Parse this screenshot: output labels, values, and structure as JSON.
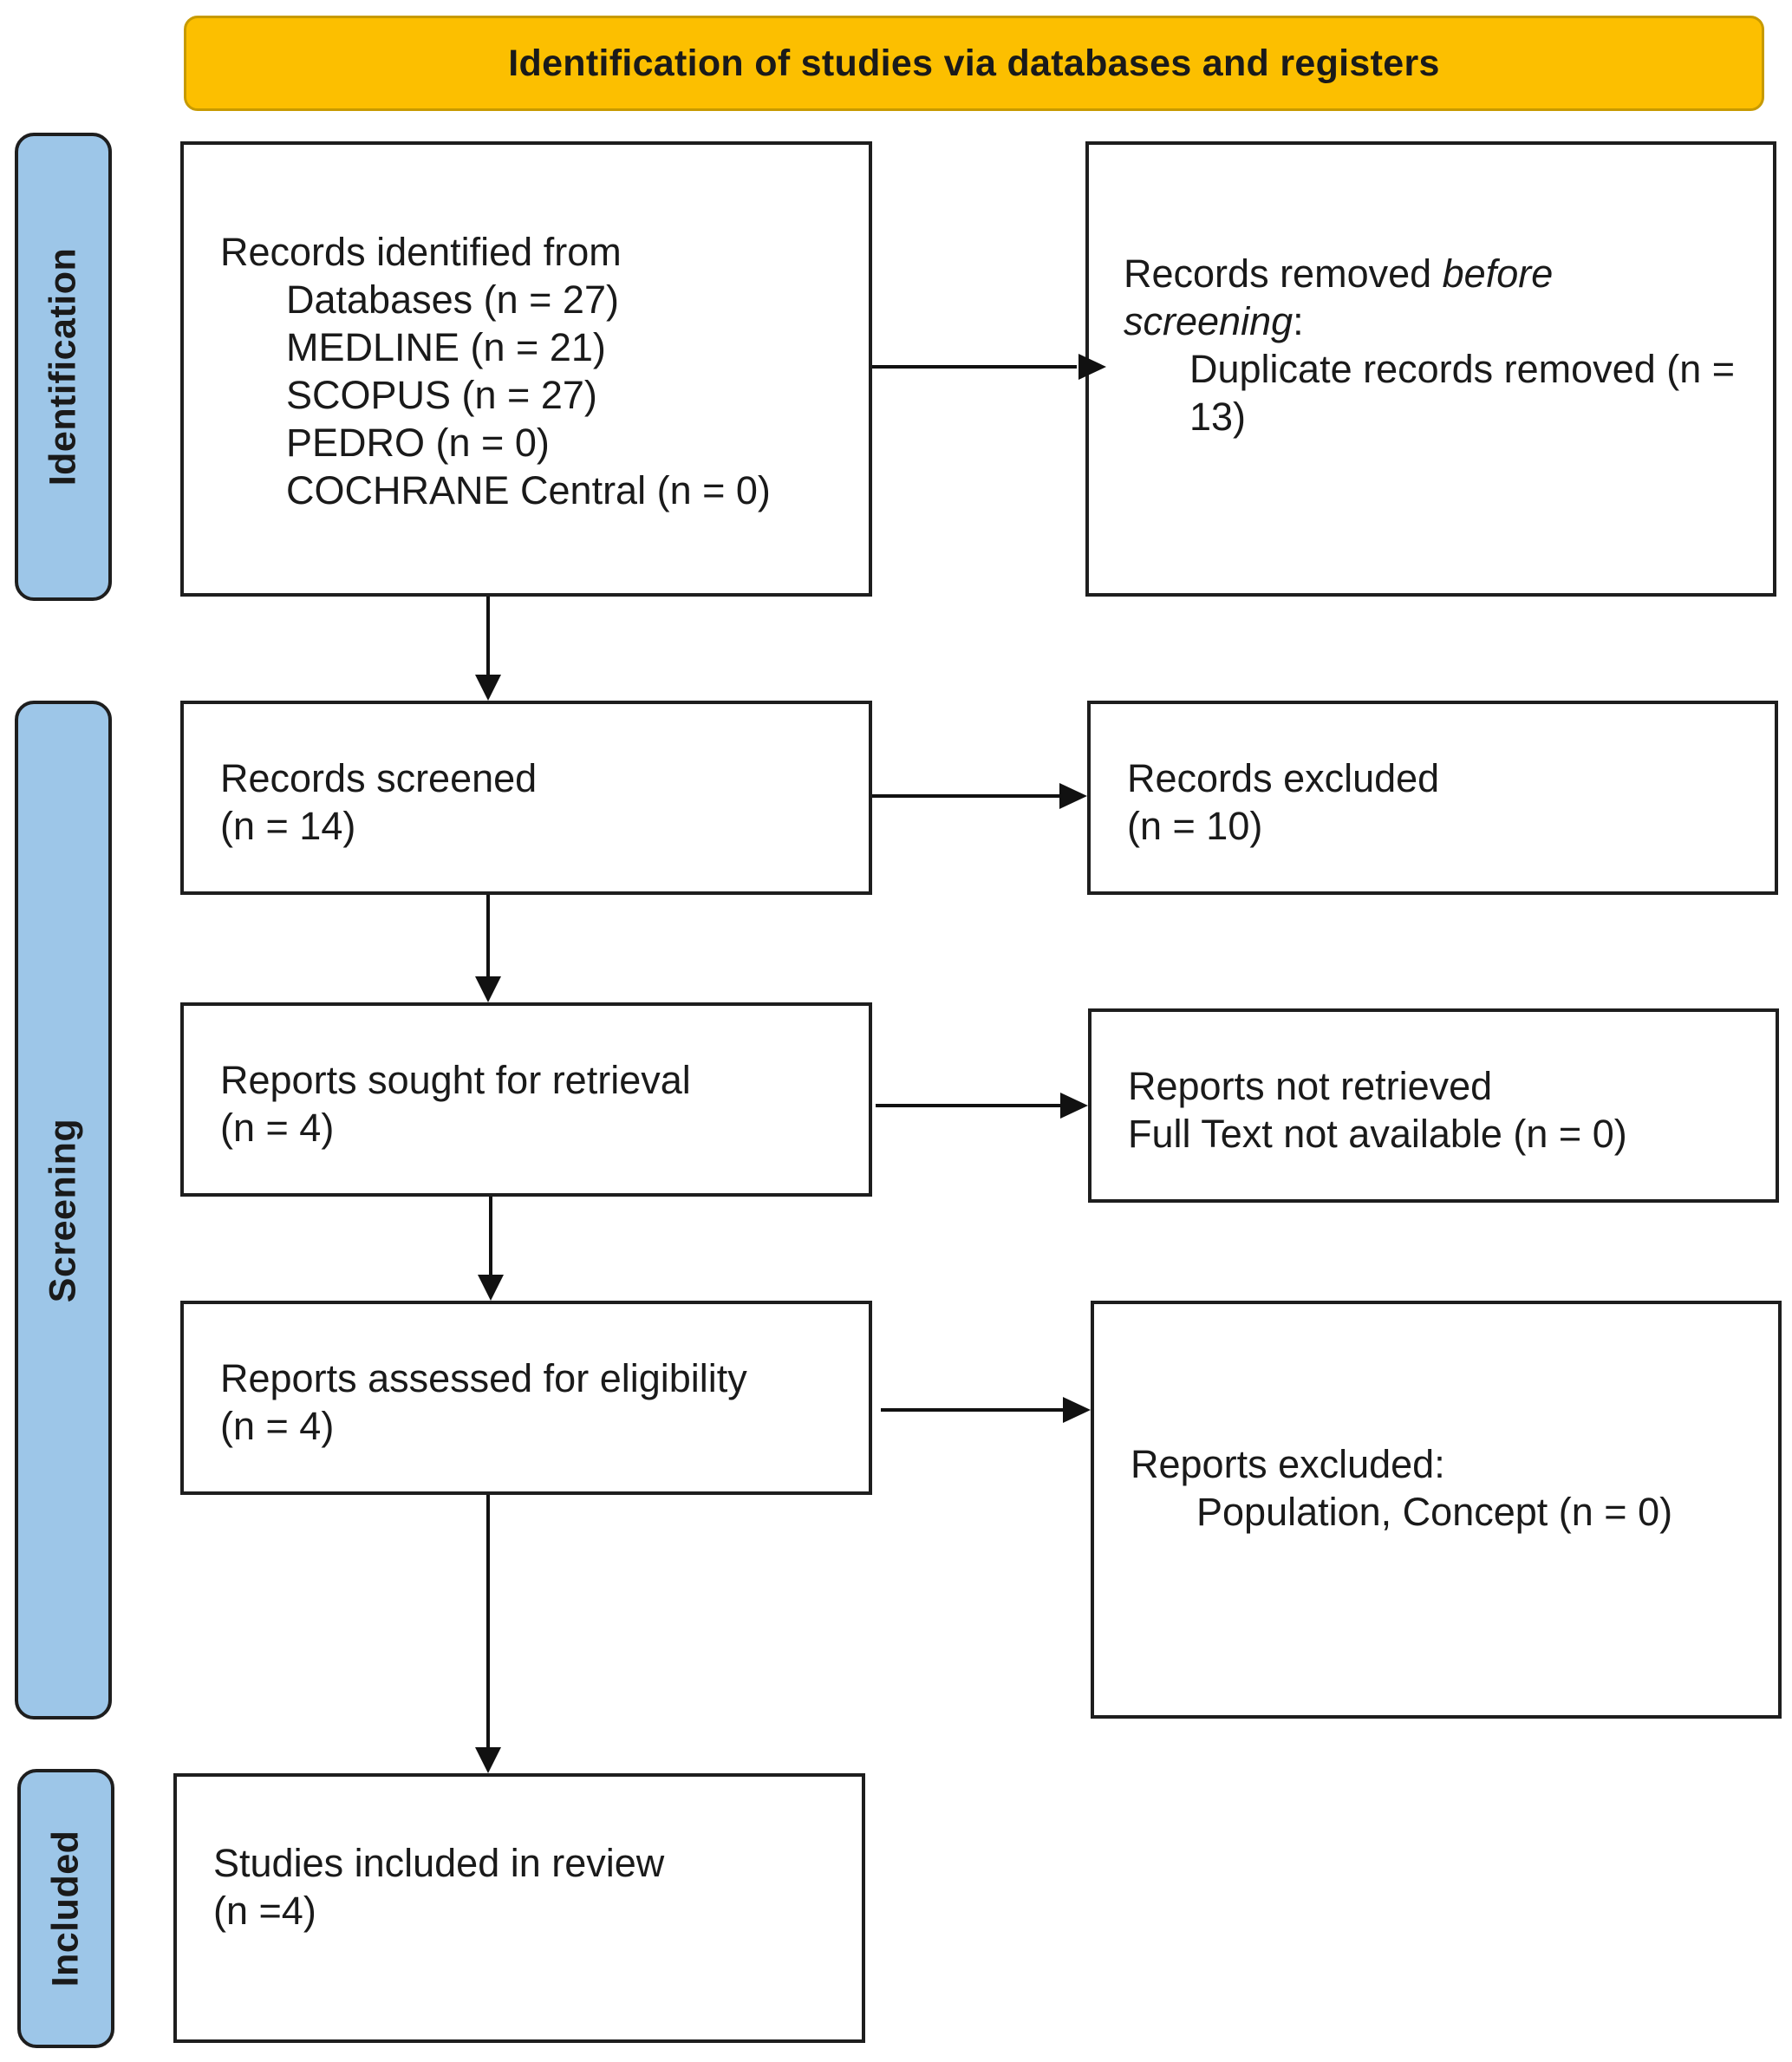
{
  "header": {
    "title": "Identification of studies via databases and registers"
  },
  "phases": {
    "identification": "Identification",
    "screening": "Screening",
    "included": "Included"
  },
  "records_identified": {
    "heading": "Records identified from",
    "databases": "Databases (n = 27)",
    "medline": "MEDLINE (n = 21)",
    "scopus": "SCOPUS (n = 27)",
    "pedro": "PEDRO (n = 0)",
    "cochrane": "COCHRANE Central (n = 0)"
  },
  "records_removed": {
    "prefix": "Records removed ",
    "emph1": "before",
    "emph2": "screening",
    "colon": ":",
    "duplicates": "Duplicate records removed (n = 13)"
  },
  "records_screened": {
    "label": "Records screened",
    "count": "(n = 14)"
  },
  "records_excluded": {
    "label": "Records excluded",
    "count": "(n = 10)"
  },
  "reports_sought": {
    "label": "Reports sought for retrieval",
    "count": "(n = 4)"
  },
  "reports_not_retrieved": {
    "label": "Reports not retrieved",
    "detail": "Full Text not available (n = 0)"
  },
  "reports_assessed": {
    "label": "Reports assessed for eligibility",
    "count": "(n = 4)"
  },
  "reports_excluded": {
    "label": "Reports excluded:",
    "detail": "Population, Concept (n = 0)"
  },
  "studies_included": {
    "label": "Studies included in review",
    "count": "(n =4)"
  }
}
